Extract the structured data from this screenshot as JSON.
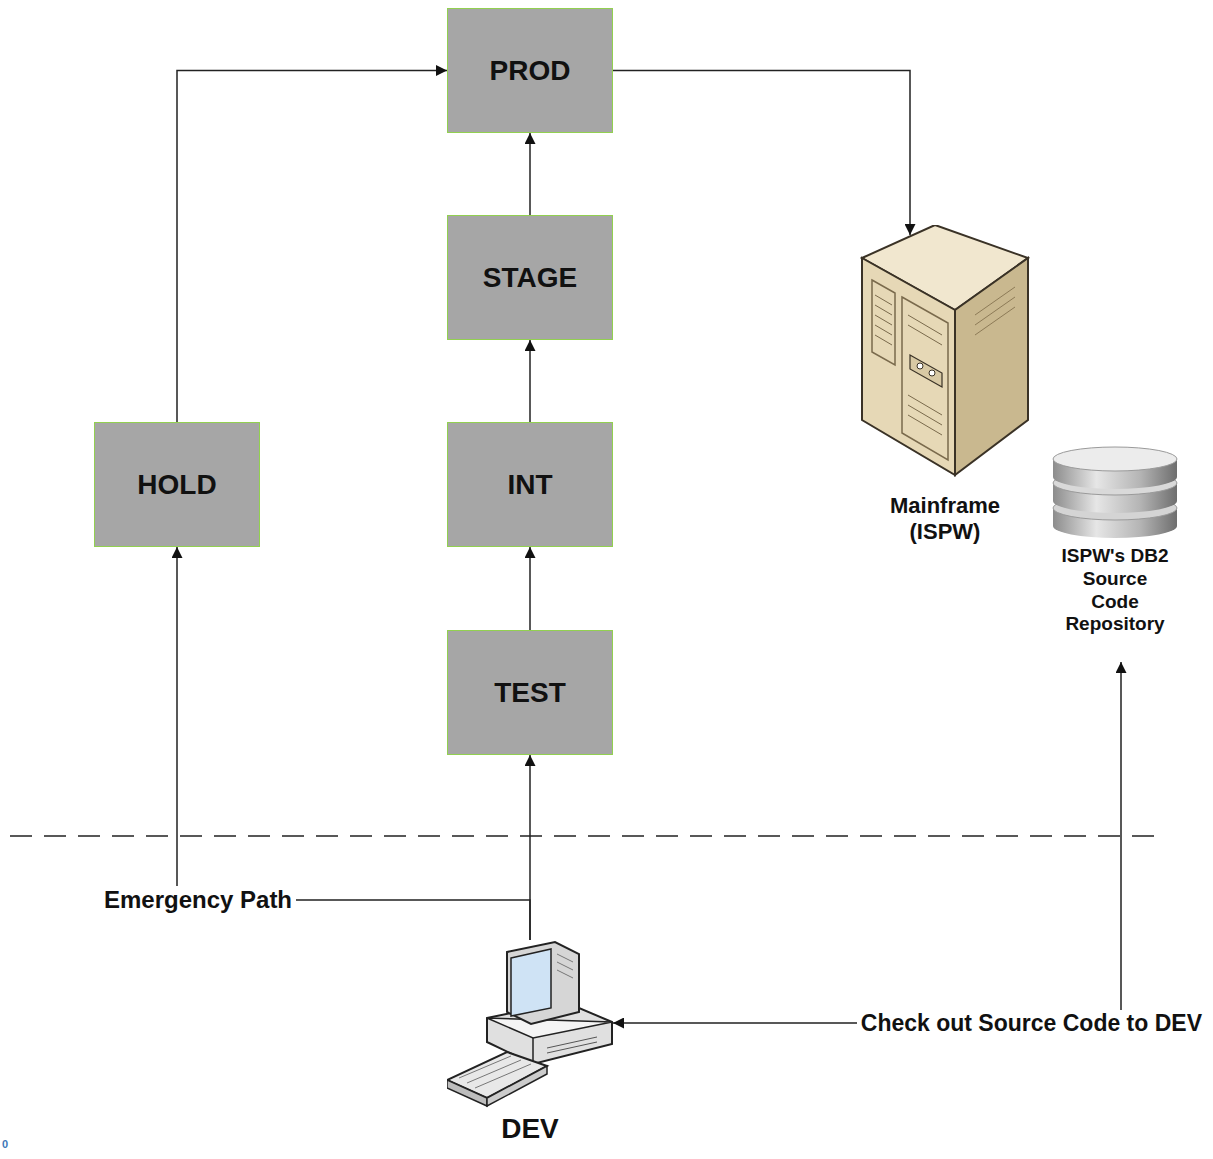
{
  "diagram": {
    "nodes": [
      {
        "text": [
          "PROD"
        ]
      },
      {
        "text": [
          "STAGE"
        ]
      },
      {
        "text": [
          "HOLD"
        ]
      },
      {
        "text": [
          "INT"
        ]
      },
      {
        "text": [
          "Mainframe (ISPW)"
        ]
      },
      {
        "text": [
          "ISPW's DB2 Source Code Repository"
        ]
      },
      {
        "text": [
          "TEST"
        ]
      },
      {
        "text": [
          "DEV"
        ]
      }
    ],
    "edges": [
      {
        "from": 7,
        "to": 6,
        "arrow": "to"
      },
      {
        "from": 6,
        "to": 3,
        "arrow": "to"
      },
      {
        "from": 3,
        "to": 1,
        "arrow": "to"
      },
      {
        "from": 1,
        "to": 0,
        "arrow": "to"
      },
      {
        "from": 7,
        "to": 2,
        "arrow": "to",
        "label": "Emergency Path"
      },
      {
        "from": 2,
        "to": 0,
        "arrow": "to"
      },
      {
        "from": 0,
        "to": 4,
        "arrow": "to"
      },
      {
        "from": 7,
        "to": 5,
        "arrow": "both",
        "label": "Check out Source Code to DEV"
      }
    ],
    "labels": [
      "0"
    ]
  }
}
